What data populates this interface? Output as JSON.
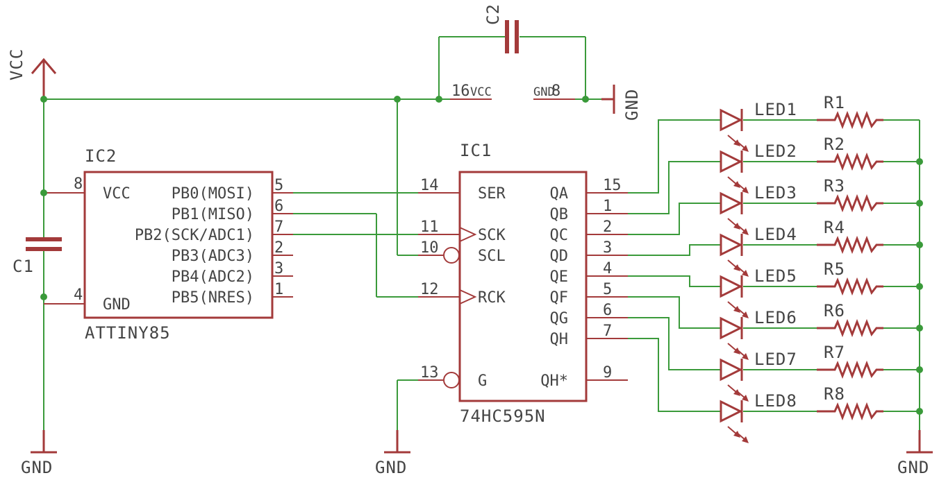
{
  "colors": {
    "wire": "#3a9a3a",
    "part": "#a33a3a",
    "text": "#444444",
    "background": "#ffffff"
  },
  "labels": {
    "vcc": "VCC",
    "gnd": "GND",
    "c1": "C1",
    "c2": "C2",
    "ic2": "IC2",
    "ic2_value": "ATTINY85",
    "ic1": "IC1",
    "ic1_value": "74HC595N",
    "ic1_vcc_pin": "16",
    "ic1_vcc_name": "VCC",
    "ic1_gnd_pin": "8",
    "ic1_gnd_name": "GND"
  },
  "ic2": {
    "left_pins": [
      {
        "num": "8",
        "name": "VCC"
      },
      {
        "num": "4",
        "name": "GND"
      }
    ],
    "right_pins": [
      {
        "num": "5",
        "name": "PB0(MOSI)"
      },
      {
        "num": "6",
        "name": "PB1(MISO)"
      },
      {
        "num": "7",
        "name": "PB2(SCK/ADC1)"
      },
      {
        "num": "2",
        "name": "PB3(ADC3)"
      },
      {
        "num": "3",
        "name": "PB4(ADC2)"
      },
      {
        "num": "1",
        "name": "PB5(NRES)"
      }
    ]
  },
  "ic1": {
    "left_pins": [
      {
        "num": "14",
        "name": "SER"
      },
      {
        "num": "11",
        "name": "SCK"
      },
      {
        "num": "10",
        "name": "SCL"
      },
      {
        "num": "12",
        "name": "RCK"
      },
      {
        "num": "13",
        "name": "G"
      }
    ],
    "right_pins": [
      {
        "num": "15",
        "name": "QA"
      },
      {
        "num": "1",
        "name": "QB"
      },
      {
        "num": "2",
        "name": "QC"
      },
      {
        "num": "3",
        "name": "QD"
      },
      {
        "num": "4",
        "name": "QE"
      },
      {
        "num": "5",
        "name": "QF"
      },
      {
        "num": "6",
        "name": "QG"
      },
      {
        "num": "7",
        "name": "QH"
      },
      {
        "num": "9",
        "name": "QH*"
      }
    ]
  },
  "leds": [
    "LED1",
    "LED2",
    "LED3",
    "LED4",
    "LED5",
    "LED6",
    "LED7",
    "LED8"
  ],
  "resistors": [
    "R1",
    "R2",
    "R3",
    "R4",
    "R5",
    "R6",
    "R7",
    "R8"
  ]
}
